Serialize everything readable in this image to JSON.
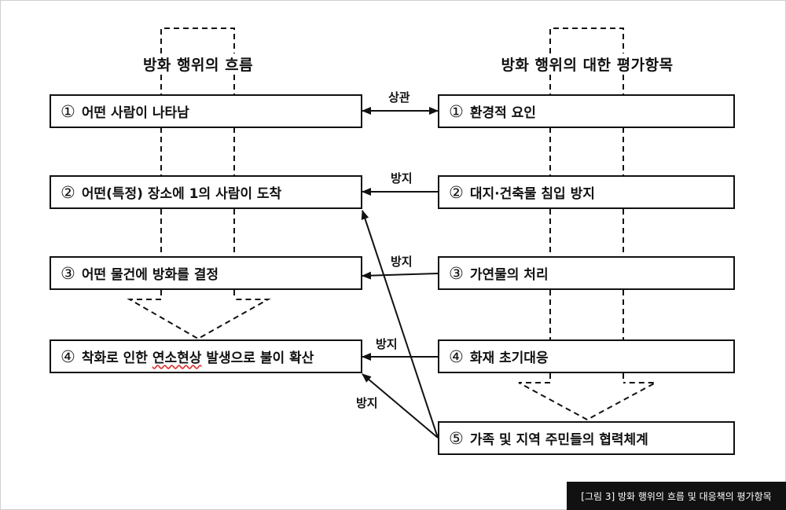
{
  "headings": {
    "left": "방화 행위의 흐름",
    "right": "방화 행위의 대한 평가항목"
  },
  "left_boxes": [
    {
      "num": "①",
      "text": "어떤 사람이 나타남"
    },
    {
      "num": "②",
      "text": "어떤(특정) 장소에 1의 사람이 도착"
    },
    {
      "num": "③",
      "text": "어떤 물건에 방화를 결정"
    },
    {
      "num": "④",
      "pre": "착화로 인한 ",
      "underlined": "연소현상",
      "post": " 발생으로 불이 확산"
    }
  ],
  "right_boxes": [
    {
      "num": "①",
      "text": "환경적 요인"
    },
    {
      "num": "②",
      "text": "대지·건축물 침입 방지"
    },
    {
      "num": "③",
      "text": "가연물의 처리"
    },
    {
      "num": "④",
      "text": "화재 초기대응"
    },
    {
      "num": "⑤",
      "text": "가족 및 지역 주민들의 협력체계"
    }
  ],
  "arrow_labels": {
    "correlation": "상관",
    "prevent_2": "방지",
    "prevent_3": "방지",
    "prevent_4": "방지",
    "prevent_5": "방지"
  },
  "caption": "[그림 3] 방화 행위의 흐름 및 대응책의 평가항목"
}
